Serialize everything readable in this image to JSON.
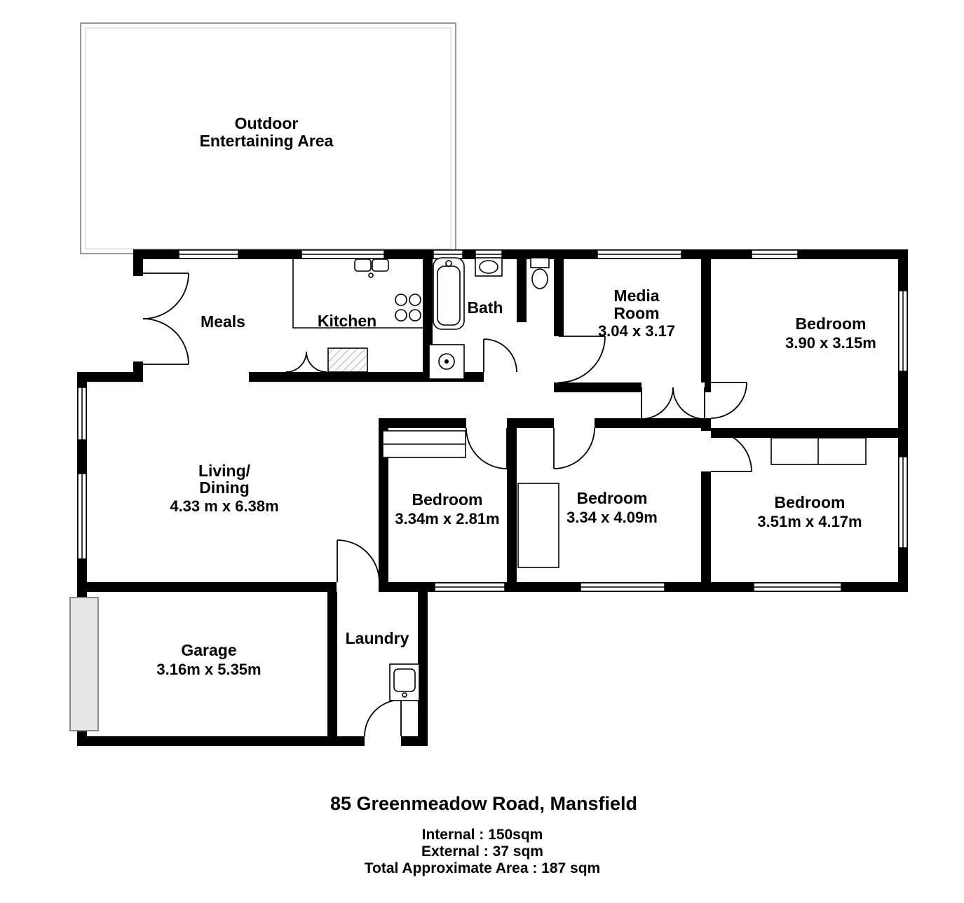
{
  "address": "85 Greenmeadow Road, Mansfield",
  "area_summary": {
    "internal": "Internal : 150sqm",
    "external": "External : 37 sqm",
    "total": "Total Approximate Area : 187 sqm"
  },
  "rooms": {
    "outdoor": {
      "line1": "Outdoor",
      "line2": "Entertaining Area"
    },
    "meals": {
      "name": "Meals"
    },
    "kitchen": {
      "name": "Kitchen"
    },
    "bath": {
      "name": "Bath"
    },
    "media_room": {
      "line1": "Media",
      "line2": "Room",
      "dimensions": "3.04 x 3.17"
    },
    "bedroom_top_right": {
      "name": "Bedroom",
      "dimensions": "3.90 x 3.15m"
    },
    "living_dining": {
      "line1": "Living/",
      "line2": "Dining",
      "dimensions": "4.33 m x 6.38m"
    },
    "bedroom_mid_left": {
      "name": "Bedroom",
      "dimensions": "3.34m x 2.81m"
    },
    "bedroom_mid_right": {
      "name": "Bedroom",
      "dimensions": "3.34 x 4.09m"
    },
    "bedroom_right": {
      "name": "Bedroom",
      "dimensions": "3.51m x 4.17m"
    },
    "garage": {
      "name": "Garage",
      "dimensions": "3.16m x 5.35m"
    },
    "laundry": {
      "name": "Laundry"
    }
  },
  "colors": {
    "wall": "#000000",
    "text": "#000000",
    "garage_door_fill": "#e6e6e6",
    "outdoor_outline": "#999999"
  }
}
